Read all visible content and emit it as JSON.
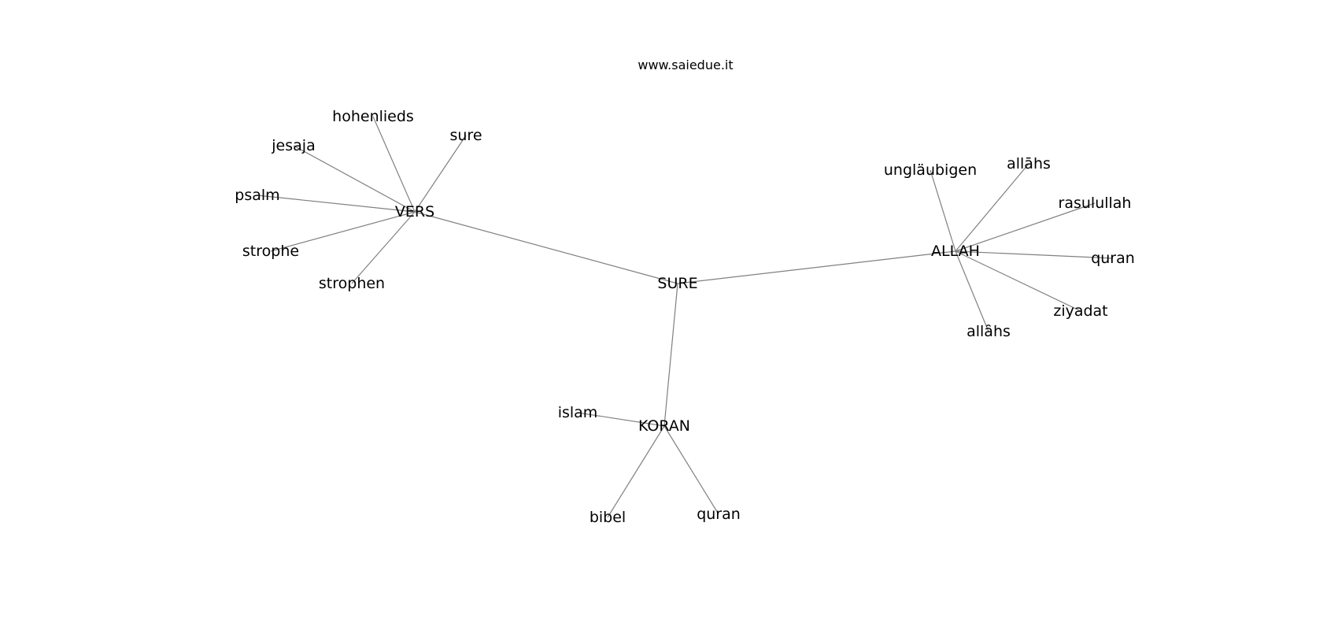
{
  "header": {
    "text": "www.saiedue.it"
  },
  "graph": {
    "nodes": [
      {
        "id": "sure_hub",
        "label": "SURE"
      },
      {
        "id": "vers",
        "label": "VERS"
      },
      {
        "id": "allah",
        "label": "ALLAH"
      },
      {
        "id": "koran",
        "label": "KORAN"
      },
      {
        "id": "hohenlieds",
        "label": "hohenlieds"
      },
      {
        "id": "sure_leaf",
        "label": "sure"
      },
      {
        "id": "jesaja",
        "label": "jesaja"
      },
      {
        "id": "psalm",
        "label": "psalm"
      },
      {
        "id": "strophe",
        "label": "strophe"
      },
      {
        "id": "strophen",
        "label": "strophen"
      },
      {
        "id": "unglaeubigen",
        "label": "ungläubigen"
      },
      {
        "id": "allahs1",
        "label": "allāhs"
      },
      {
        "id": "rasulullah",
        "label": "rasulullah"
      },
      {
        "id": "quran_allah",
        "label": "quran"
      },
      {
        "id": "ziyadat",
        "label": "ziyadat"
      },
      {
        "id": "allahs2",
        "label": "allȃhs"
      },
      {
        "id": "islam",
        "label": "islam"
      },
      {
        "id": "bibel",
        "label": "bibel"
      },
      {
        "id": "quran_koran",
        "label": "quran"
      }
    ],
    "edges": [
      [
        "sure_hub",
        "vers"
      ],
      [
        "sure_hub",
        "allah"
      ],
      [
        "sure_hub",
        "koran"
      ],
      [
        "vers",
        "hohenlieds"
      ],
      [
        "vers",
        "sure_leaf"
      ],
      [
        "vers",
        "jesaja"
      ],
      [
        "vers",
        "psalm"
      ],
      [
        "vers",
        "strophe"
      ],
      [
        "vers",
        "strophen"
      ],
      [
        "allah",
        "unglaeubigen"
      ],
      [
        "allah",
        "allahs1"
      ],
      [
        "allah",
        "rasulullah"
      ],
      [
        "allah",
        "quran_allah"
      ],
      [
        "allah",
        "ziyadat"
      ],
      [
        "allah",
        "allahs2"
      ],
      [
        "koran",
        "islam"
      ],
      [
        "koran",
        "bibel"
      ],
      [
        "koran",
        "quran_koran"
      ]
    ]
  }
}
